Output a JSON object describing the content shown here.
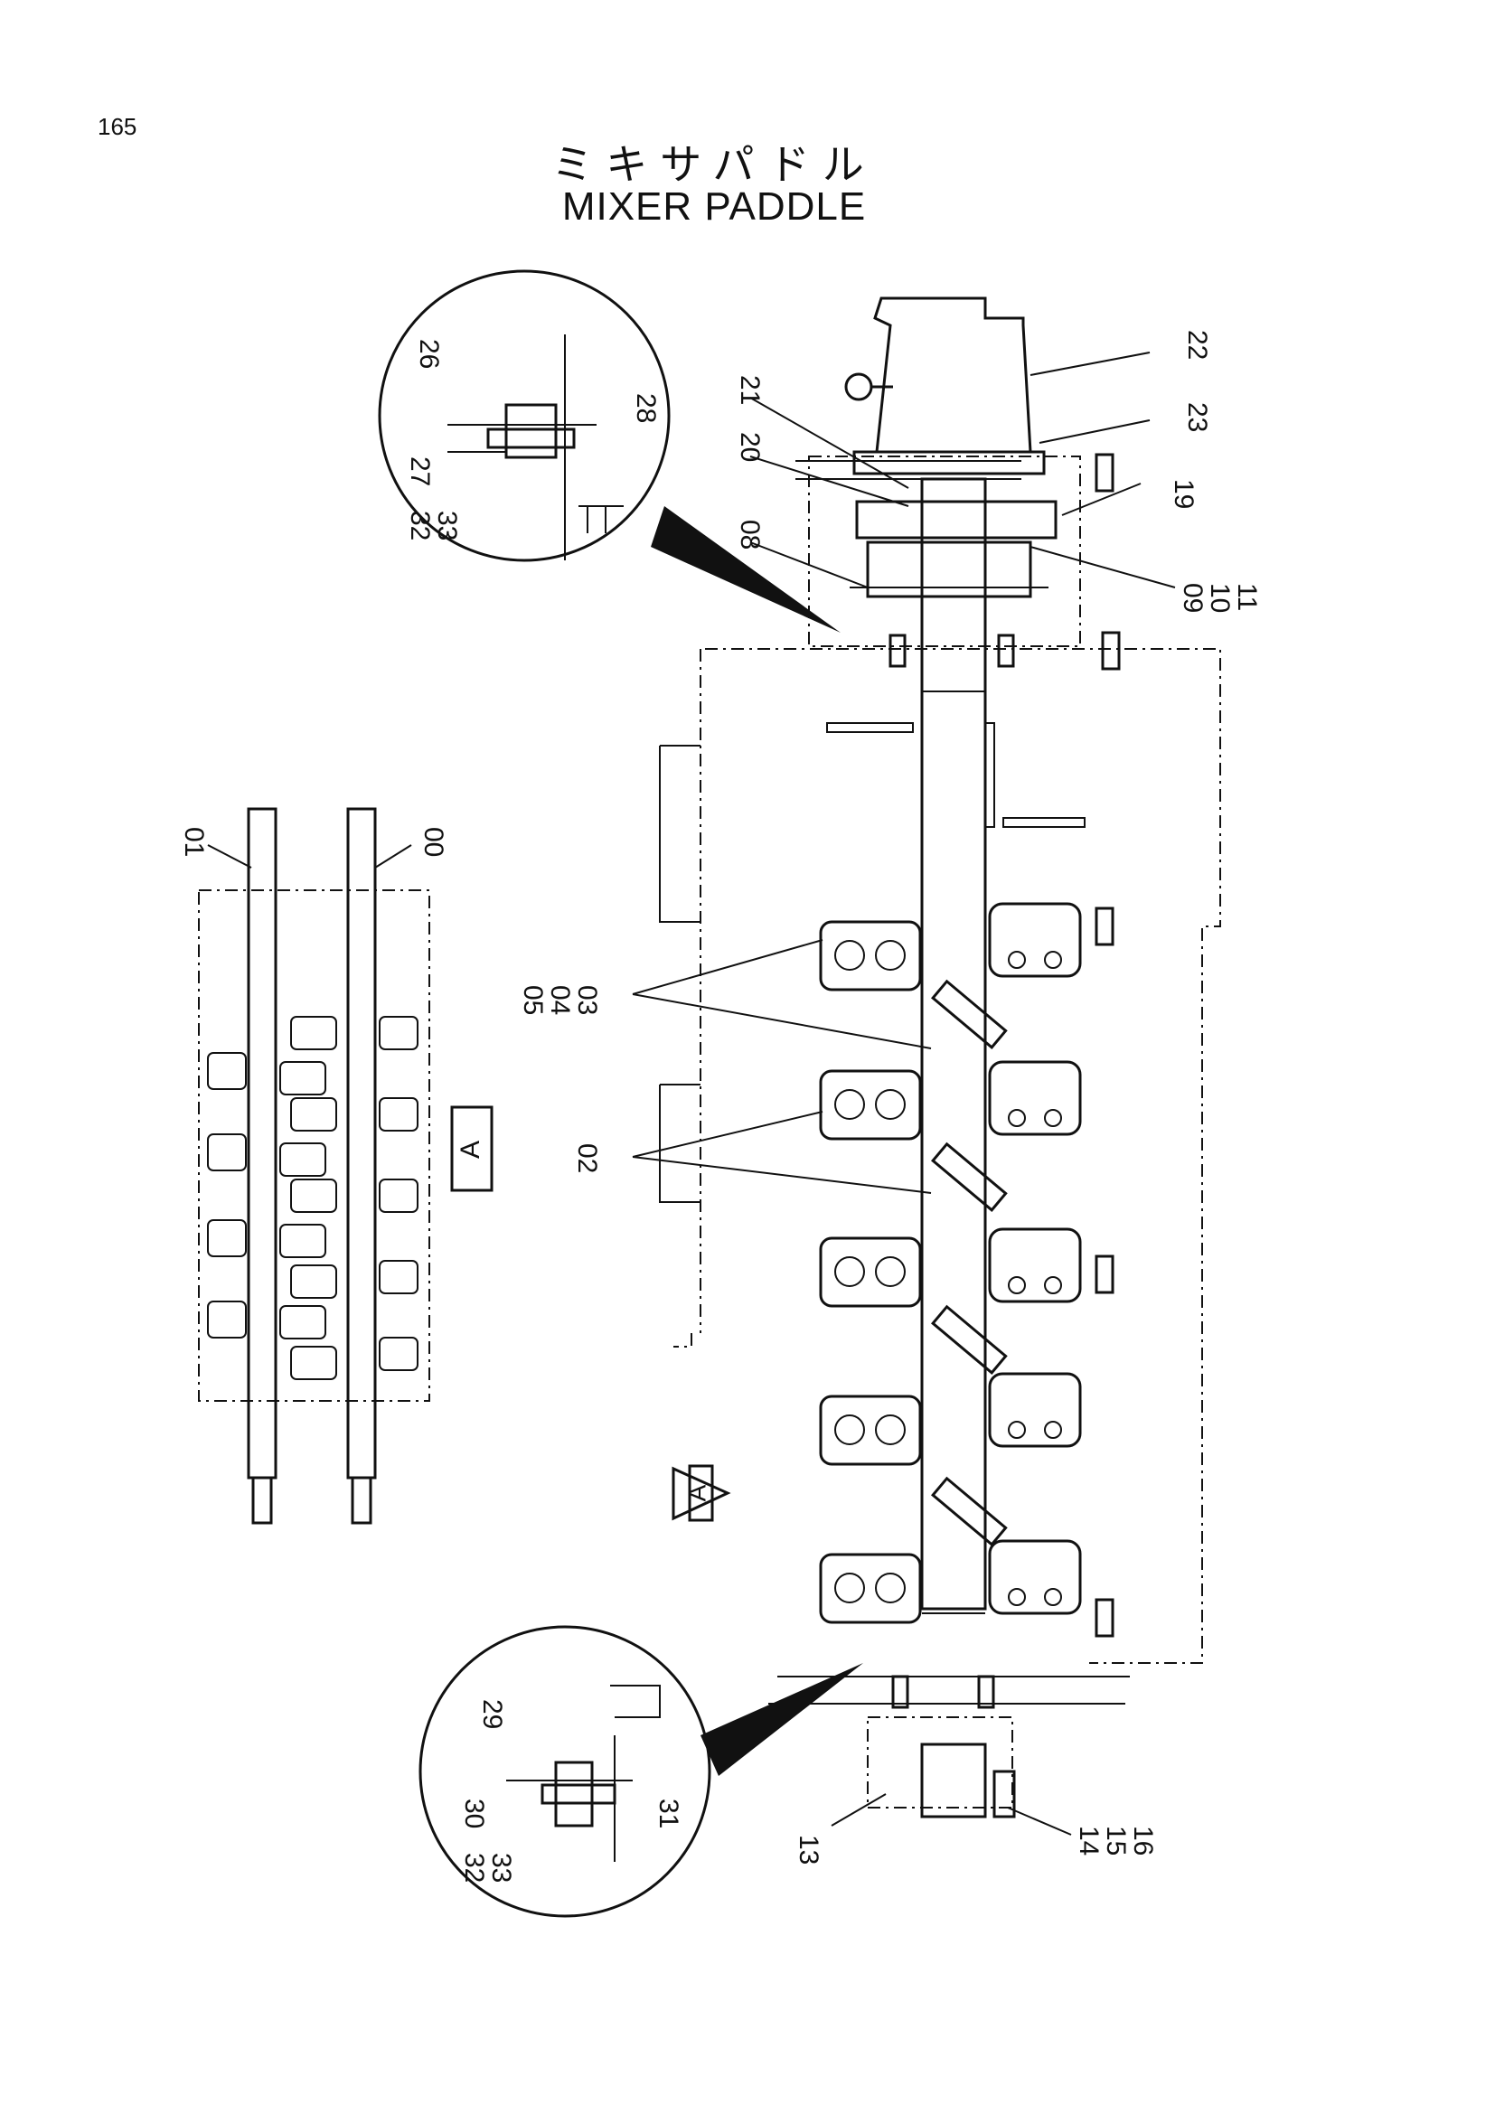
{
  "page_number": "165",
  "title_jp": "ミキサパドル",
  "title_en": "MIXER PADDLE",
  "view_label": "A",
  "part_labels": {
    "p00": "00",
    "p01": "01",
    "p02": "02",
    "p03": "03",
    "p04": "04",
    "p05": "05",
    "p08": "08",
    "p09": "09",
    "p10": "10",
    "p11": "11",
    "p13": "13",
    "p14": "14",
    "p15": "15",
    "p16": "16",
    "p19": "19",
    "p20": "20",
    "p21": "21",
    "p22": "22",
    "p23": "23",
    "p26": "26",
    "p27": "27",
    "p28": "28",
    "p29": "29",
    "p30": "30",
    "p31": "31",
    "p32": "32",
    "p33": "33"
  }
}
